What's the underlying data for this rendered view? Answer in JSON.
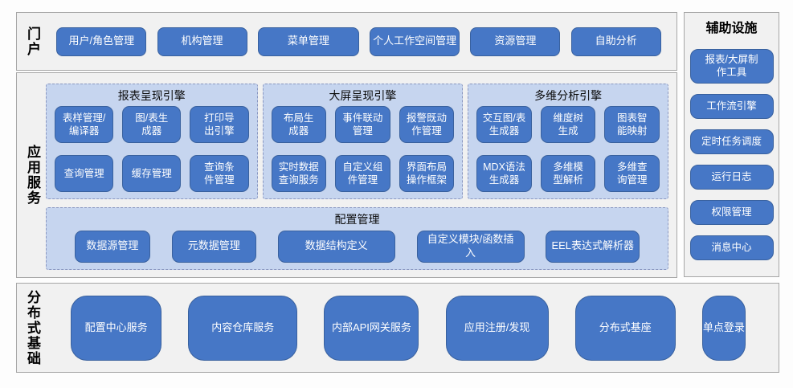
{
  "colors": {
    "accent": "#4677c6",
    "accent-border": "#39619e",
    "panel": "#c6d5ef",
    "panel-border": "#8a97c0",
    "section-bg": "#f1f1f1",
    "section-border": "#a6a6a6"
  },
  "portal": {
    "label": "门户",
    "items": [
      "用户/角色管理",
      "机构管理",
      "菜单管理",
      "个人工作空间管理",
      "资源管理",
      "自助分析"
    ]
  },
  "app_services": {
    "label": "应用服务",
    "engines": [
      {
        "title": "报表呈现引擎",
        "items": [
          "表样管理/\n编译器",
          "图/表生\n成器",
          "打印导\n出引擎",
          "查询管理",
          "缓存管理",
          "查询条\n件管理"
        ]
      },
      {
        "title": "大屏呈现引擎",
        "items": [
          "布局生\n成器",
          "事件联动\n管理",
          "报警既动\n作管理",
          "实时数据\n查询服务",
          "自定义组\n件管理",
          "界面布局\n操作框架"
        ]
      },
      {
        "title": "多维分析引擎",
        "items": [
          "交互图/表\n生成器",
          "维度树\n生成",
          "图表智\n能映射",
          "MDX语法\n生成器",
          "多维模\n型解析",
          "多维查\n询管理"
        ]
      }
    ],
    "config": {
      "title": "配置管理",
      "items": [
        "数据源管理",
        "元数据管理",
        "数据结构定义",
        "自定义模块/函数插入",
        "EEL表达式解析器"
      ]
    }
  },
  "aux": {
    "title": "辅助设施",
    "items": [
      "报表/大屏制\n作工具",
      "工作流引擎",
      "定时任务调度",
      "运行日志",
      "权限管理",
      "消息中心"
    ]
  },
  "distributed": {
    "label": "分布式基础",
    "items": [
      "配置中心服务",
      "内容仓库服务",
      "内部API网关服务",
      "应用注册/发现",
      "分布式基座",
      "单点登录"
    ]
  }
}
